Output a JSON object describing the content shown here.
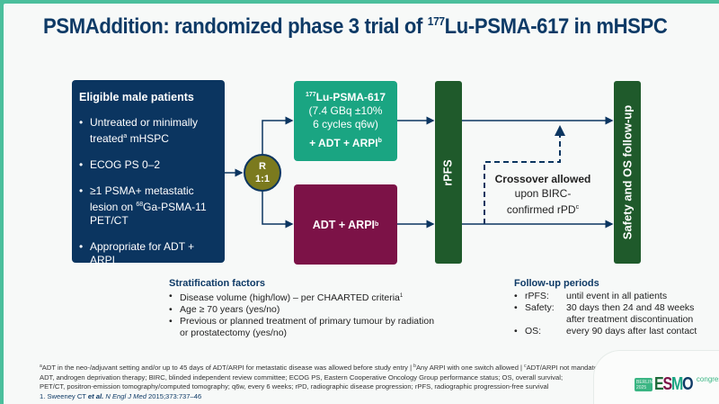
{
  "title": {
    "main": "PSMAddition: randomized phase 3 trial of ",
    "isotope_sup": "177",
    "drug": "Lu-PSMA-617 in mHSPC"
  },
  "eligibility": {
    "heading": "Eligible male patients",
    "items": [
      {
        "pre": "Untreated or minimally treated",
        "sup": "a",
        "post": " mHSPC"
      },
      {
        "pre": "ECOG PS 0–2",
        "sup": "",
        "post": ""
      },
      {
        "pre": "≥1 PSMA+ metastatic lesion on ",
        "sup": "68",
        "post": "Ga-PSMA-11 PET/CT"
      },
      {
        "pre": "Appropriate for ADT + ARPI",
        "sup": "",
        "post": ""
      }
    ]
  },
  "randomization": {
    "line1": "R",
    "line2": "1:1"
  },
  "arm_experimental": {
    "sup": "177",
    "name": "Lu-PSMA-617",
    "dose": "(7.4 GBq ±10%",
    "schedule": "6 cycles q6w)",
    "combo": "+ ADT + ARPI",
    "combo_sup": "b"
  },
  "arm_control": {
    "label": "ADT + ARPI",
    "sup": "b"
  },
  "rpfs_bar": "rPFS",
  "followup_bar": "Safety and OS follow-up",
  "crossover": {
    "heading": "Crossover allowed",
    "line2": "upon BIRC-",
    "line3": "confirmed rPD",
    "sup": "c"
  },
  "stratification": {
    "heading": "Stratification factors",
    "items": [
      {
        "text": "Disease volume (high/low) – per CHAARTED criteria",
        "sup": "1"
      },
      {
        "text": "Age ≥ 70 years (yes/no)",
        "sup": ""
      },
      {
        "text": "Previous or planned treatment of primary tumour by radiation or prostatectomy (yes/no)",
        "sup": ""
      }
    ]
  },
  "followup_periods": {
    "heading": "Follow-up periods",
    "items": [
      {
        "key": "rPFS:",
        "value": "until event in all patients"
      },
      {
        "key": "Safety:",
        "value": "30 days then 24 and 48 weeks"
      },
      {
        "key": "",
        "value": "after treatment discontinuation"
      },
      {
        "key": "OS:",
        "value": "every 90 days after last contact"
      }
    ]
  },
  "footnotes": {
    "a_sup": "a",
    "a_text": "ADT in the neo-/adjuvant setting and/or up to 45 days of ADT/ARPI for metastatic disease was allowed before study entry | ",
    "b_sup": "b",
    "b_text": "Any ARPI with one switch allowed | ",
    "c_sup": "c",
    "c_text": "ADT/ARPI not mandatory after crossover",
    "abbrev1": "ADT, androgen deprivation therapy; BIRC, blinded independent review committee; ECOG PS, Eastern Cooperative Oncology Group performance status; OS, overall survival;",
    "abbrev2": "PET/CT, positron-emission tomography/computed tomography; q6w, every 6 weeks; rPD, radiographic disease progression; rPFS, radiographic progression-free survival",
    "ref_num": "1.",
    "ref_author": "Sweeney CT ",
    "ref_etal": "et al.",
    "ref_journal": " N Engl J Med",
    "ref_rest": " 2015;373:737–46"
  },
  "logo": {
    "city": "BERLIN",
    "year": "2025",
    "letters": [
      "E",
      "S",
      "M",
      "O"
    ],
    "suffix": "congress"
  },
  "colors": {
    "frame": "#4bbf9c",
    "navy": "#0b3560",
    "teal_arm": "#1aa582",
    "maroon_arm": "#7c1247",
    "dark_green_bar": "#1f5a2b",
    "olive_rand": "#7b7a1e"
  }
}
